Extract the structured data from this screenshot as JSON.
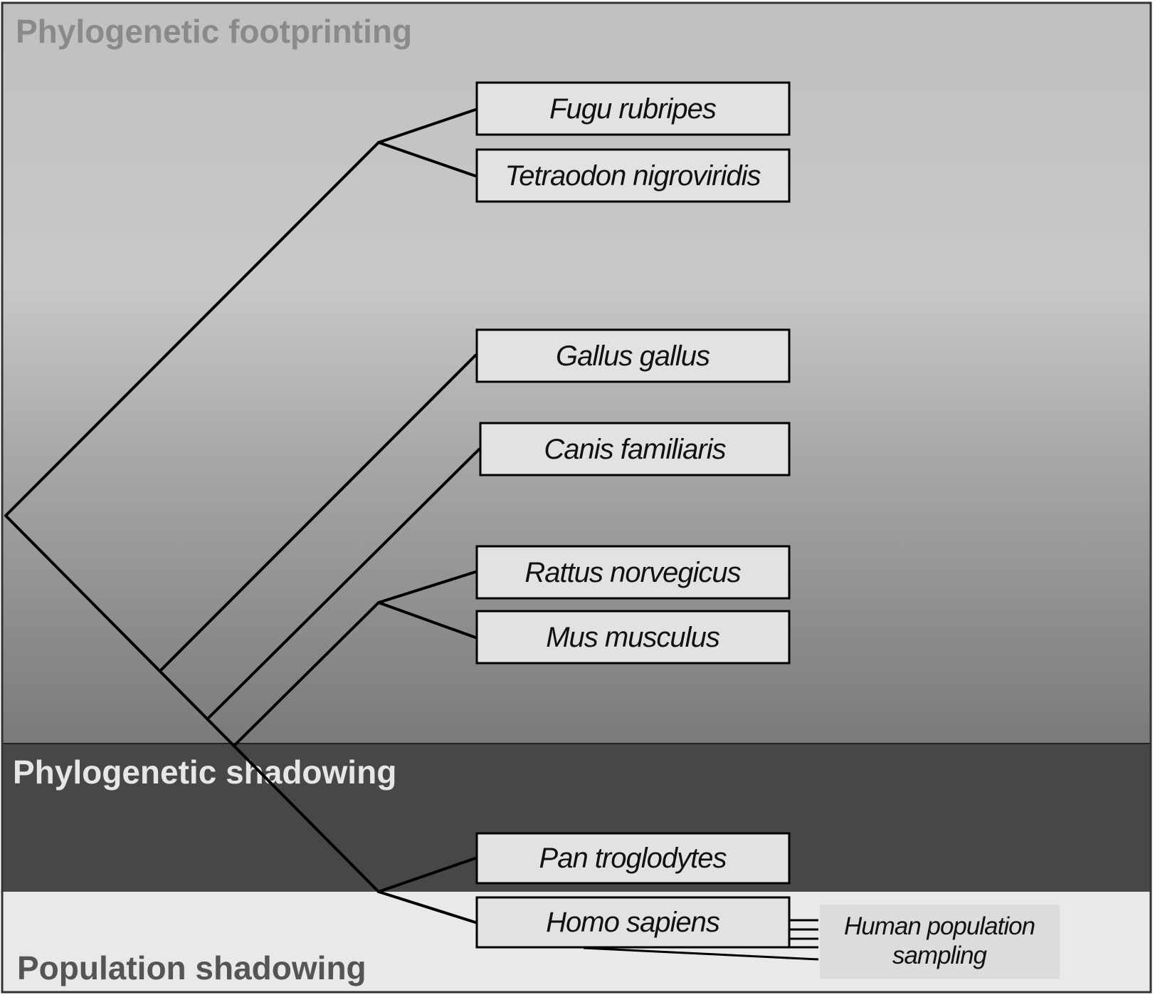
{
  "bands": {
    "footprinting": {
      "title": "Phylogenetic footprinting",
      "title_color": "#8a8a8a"
    },
    "shadowing": {
      "title": "Phylogenetic shadowing",
      "title_color": "#e6e6e6"
    },
    "population": {
      "title": "Population shadowing",
      "title_color": "#555555"
    }
  },
  "species": [
    {
      "id": "fugu",
      "name": "Fugu rubripes"
    },
    {
      "id": "tetraodon",
      "name": "Tetraodon nigroviridis"
    },
    {
      "id": "gallus",
      "name": "Gallus gallus"
    },
    {
      "id": "canis",
      "name": "Canis familiaris"
    },
    {
      "id": "rattus",
      "name": "Rattus norvegicus"
    },
    {
      "id": "mus",
      "name": "Mus musculus"
    },
    {
      "id": "pan",
      "name": "Pan troglodytes"
    },
    {
      "id": "homo",
      "name": "Homo sapiens"
    }
  ],
  "population_note": {
    "line1": "Human population",
    "line2": "sampling"
  },
  "colors": {
    "band_shadowing": "#474747",
    "band_population": "#e9e9e9",
    "box_fill": "#e2e2e2",
    "tree_line": "#000000"
  }
}
